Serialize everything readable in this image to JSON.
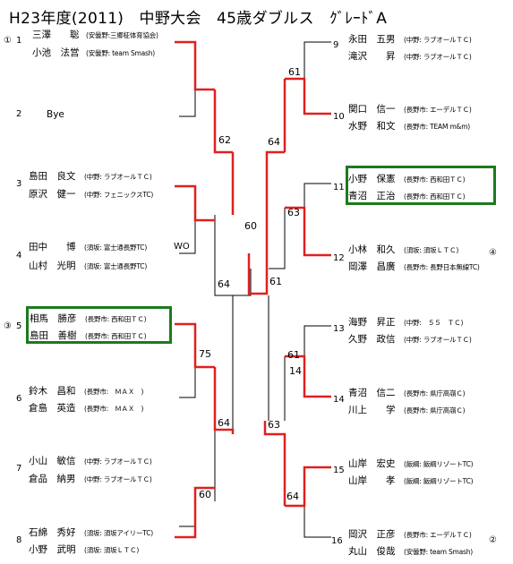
{
  "title": "H23年度(2011)　中野大会　45歳ダブルス　ｸﾞﾚｰﾄﾞA",
  "wo_label": "WO",
  "left_entries": [
    {
      "num": "1",
      "seed": "①",
      "p1": "三澤　　聡",
      "a1": "(安曇野:三郷柾体育協会)",
      "p2": "小池　法営",
      "a2": "(安曇野: team Smash)"
    },
    {
      "num": "2",
      "seed": "",
      "p1": "Bye",
      "a1": "",
      "p2": "",
      "a2": ""
    },
    {
      "num": "3",
      "seed": "",
      "p1": "島田　良文",
      "a1": "(中野: ラブオールＴＣ)",
      "p2": "原沢　健一",
      "a2": "(中野: フェニックスTC)"
    },
    {
      "num": "4",
      "seed": "",
      "p1": "田中　　博",
      "a1": "(須坂: 富士通長野TC)",
      "p2": "山村　光明",
      "a2": "(須坂: 富士通長野TC)"
    },
    {
      "num": "5",
      "seed": "③",
      "p1": "相馬　勝彦",
      "a1": "(長野市: 西和田ＴＣ)",
      "p2": "島田　善樹",
      "a2": "(長野市: 西和田ＴＣ)"
    },
    {
      "num": "6",
      "seed": "",
      "p1": "鈴木　昌和",
      "a1": "(長野市:　ＭＡＸ　)",
      "p2": "倉島　英造",
      "a2": "(長野市:　ＭＡＸ　)"
    },
    {
      "num": "7",
      "seed": "",
      "p1": "小山　敏信",
      "a1": "(中野: ラブオールＴＣ)",
      "p2": "倉品　納男",
      "a2": "(中野: ラブオールＴＣ)"
    },
    {
      "num": "8",
      "seed": "",
      "p1": "石綿　秀好",
      "a1": "(須坂: 須坂アイリーTC)",
      "p2": "小野　武明",
      "a2": "(須坂: 須坂ＬＴＣ)"
    }
  ],
  "right_entries": [
    {
      "num": "9",
      "seed": "",
      "p1": "永田　五男",
      "a1": "(中野: ラブオールＴＣ)",
      "p2": "滝沢　　昇",
      "a2": "(中野: ラブオールＴＣ)"
    },
    {
      "num": "10",
      "seed": "",
      "p1": "関口　信一",
      "a1": "(長野市: エーデルＴＣ)",
      "p2": "水野　和文",
      "a2": "(長野市: TEAM m&m)"
    },
    {
      "num": "11",
      "seed": "",
      "p1": "小野　保憲",
      "a1": "(長野市: 西和田ＴＣ)",
      "p2": "青沼　正治",
      "a2": "(長野市: 西和田ＴＣ)"
    },
    {
      "num": "12",
      "seed": "④",
      "p1": "小林　和久",
      "a1": "(須坂: 須坂ＬＴＣ)",
      "p2": "岡澤　昌廣",
      "a2": "(長野市: 長野日本無線TC)"
    },
    {
      "num": "13",
      "seed": "",
      "p1": "海野　昇正",
      "a1": "(中野:　５５　ＴＣ)",
      "p2": "久野　政信",
      "a2": "(中野: ラブオールＴＣ)"
    },
    {
      "num": "14",
      "seed": "",
      "p1": "青沼　信二",
      "a1": "(長野市: 県庁高嶺Ｃ)",
      "p2": "川上　　学",
      "a2": "(長野市: 県庁高嶺Ｃ)"
    },
    {
      "num": "15",
      "seed": "",
      "p1": "山岸　宏史",
      "a1": "(飯綱: 飯綱リゾートTC)",
      "p2": "山岸　　孝",
      "a2": "(飯綱: 飯綱リゾートTC)"
    },
    {
      "num": "16",
      "seed": "②",
      "p1": "岡沢　正彦",
      "a1": "(長野市: エーデルＴＣ)",
      "p2": "丸山　俊哉",
      "a2": "(安曇野: team Smash)"
    }
  ],
  "scores": {
    "l_r2_top": "62",
    "l_r2_bottom": "75",
    "l_r2_bottom2": "60",
    "l_sf_top": "64",
    "l_sf_bottom": "64",
    "r_r2_top": "61",
    "r_r2_mid": "63",
    "r_r2_low": "61",
    "r_r2_low_b": "14",
    "r_r2_bottom": "64",
    "r_sf_top": "64",
    "r_sf_bottom": "63",
    "final": "60",
    "final_right": "61"
  }
}
